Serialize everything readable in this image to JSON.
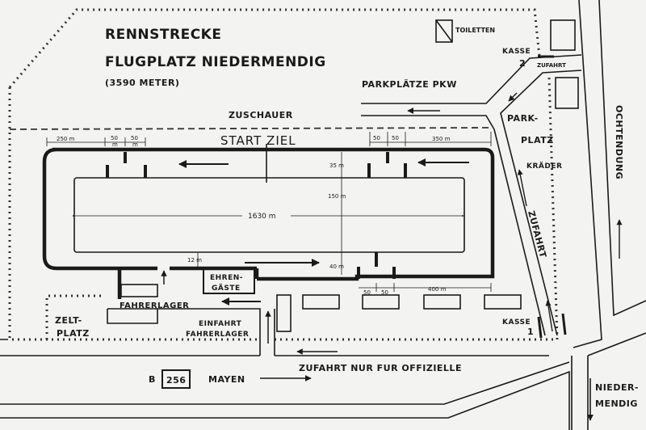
{
  "header": {
    "title_line1": "RENNSTRECKE",
    "title_line2": "FLUGPLATZ NIEDERMENDIG",
    "length": "(3590 METER)"
  },
  "labels": {
    "toiletten": "TOILETTEN",
    "kasse": "KASSE",
    "kasse2_number": "2",
    "kasse1_number": "1",
    "zufahrt": "ZUFAHRT",
    "parkplaetze_pkw": "PARKPLÄTZE PKW",
    "zuschauer": "ZUSCHAUER",
    "parkplatz_line1": "PARK-",
    "parkplatz_line2": "PLATZ",
    "parkplatz_line3": "KRÄDER",
    "ochtendung": "OCHTENDUNG",
    "start_ziel": "START ZIEL",
    "ehrengaeste_line1": "EHREN-",
    "ehrengaeste_line2": "GÄSTE",
    "fahrerlager": "FAHRERLAGER",
    "zeltplatz_line1": "ZELT-",
    "zeltplatz_line2": "PLATZ",
    "einfahrt_line1": "EINFAHRT",
    "einfahrt_line2": "FAHRERLAGER",
    "zufahrt_offizielle": "ZUFAHRT NUR FUR OFFIZIELLE",
    "road_prefix": "B",
    "road_number": "256",
    "mayen": "MAYEN",
    "niedermendig_line1": "NIEDER-",
    "niedermendig_line2": "MENDIG"
  },
  "dimensions": {
    "d250": "250 m",
    "d50": "50",
    "m": "m",
    "d350": "350 m",
    "d35": "35 m",
    "d150": "150 m",
    "d1630": "1630 m",
    "d40": "40 m",
    "d12": "12 m",
    "d400": "400 m"
  }
}
